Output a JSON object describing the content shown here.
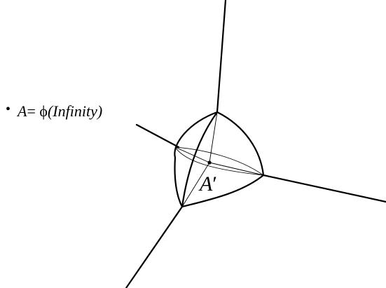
{
  "labels": {
    "a_phi": {
      "bullet": "•",
      "var": "A",
      "eq": "= ",
      "phi": "ϕ",
      "arg": "(Infinity)"
    },
    "a_prime": {
      "var": "A",
      "prime": "′"
    }
  },
  "colors": {
    "ink": "#000000",
    "background": "#ffffff"
  }
}
